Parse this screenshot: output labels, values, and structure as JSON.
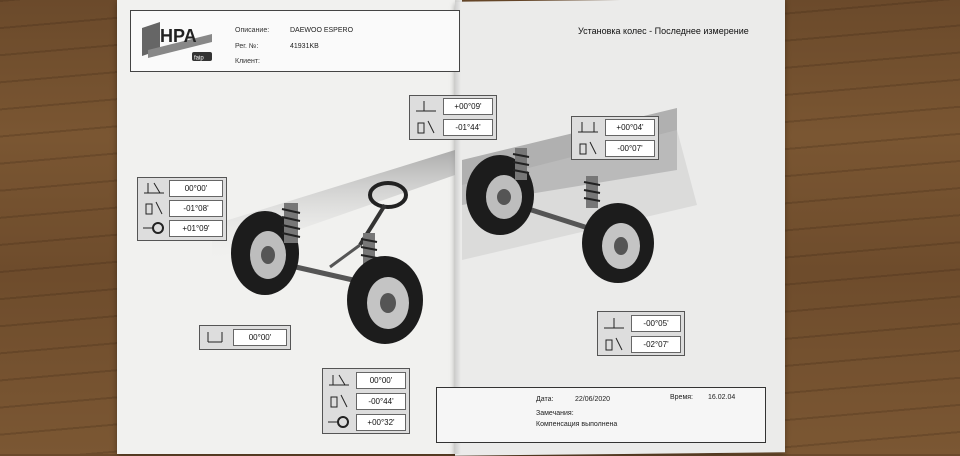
{
  "header": {
    "logo_text": "HPA",
    "logo_sub": "faip",
    "description_label": "Описание:",
    "description_value": "DAEWOO ESPERO",
    "reg_label": "Рег. №:",
    "reg_value": "41931KB",
    "client_label": "Клиент:"
  },
  "right_title": "Установка колес - Последнее измерение",
  "front_left": {
    "values": [
      "00°00'",
      "-01°08'",
      "+01°09'"
    ],
    "icons": [
      "toe-icon",
      "camber-icon",
      "caster-icon"
    ]
  },
  "front_total": {
    "value": "00°00'",
    "icon": "total-toe-icon"
  },
  "front_right_top": {
    "values": [
      "+00°09'",
      "-01°44'"
    ],
    "icons": [
      "toe-icon",
      "camber-icon"
    ]
  },
  "front_right_bottom": {
    "values": [
      "00°00'",
      "-00°44'",
      "+00°32'"
    ],
    "icons": [
      "toe-icon",
      "camber-icon",
      "caster-icon"
    ]
  },
  "rear_top": {
    "values": [
      "+00°04'",
      "-00°07'"
    ],
    "icons": [
      "toe-icon",
      "camber-icon"
    ]
  },
  "rear_bottom": {
    "values": [
      "-00°05'",
      "-02°07'"
    ],
    "icons": [
      "toe-icon",
      "camber-icon"
    ]
  },
  "footer": {
    "date_label": "Дата:",
    "date_value": "22/06/2020",
    "time_label": "Время:",
    "time_value": "16.02.04",
    "notes_label": "Замечания:",
    "notes_value": "Компенсация выполнена"
  }
}
